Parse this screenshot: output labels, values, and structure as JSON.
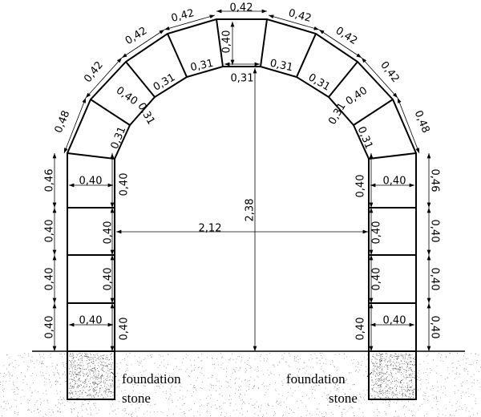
{
  "diagram": {
    "pier_dims": {
      "outer_top": "0,46",
      "outer": "0,40",
      "inner": "0,40",
      "width": "0,40"
    },
    "arch_dims": {
      "outer_springer": "0,48",
      "outer_voussoir": "0,42",
      "inner_voussoir": "0,31",
      "depth": "0,40"
    },
    "span": "2,12",
    "rise": "2,38",
    "labels": {
      "left_foundation_1": "foundation",
      "left_foundation_2": "stone",
      "right_foundation_1": "foundation",
      "right_foundation_2": "stone"
    }
  }
}
